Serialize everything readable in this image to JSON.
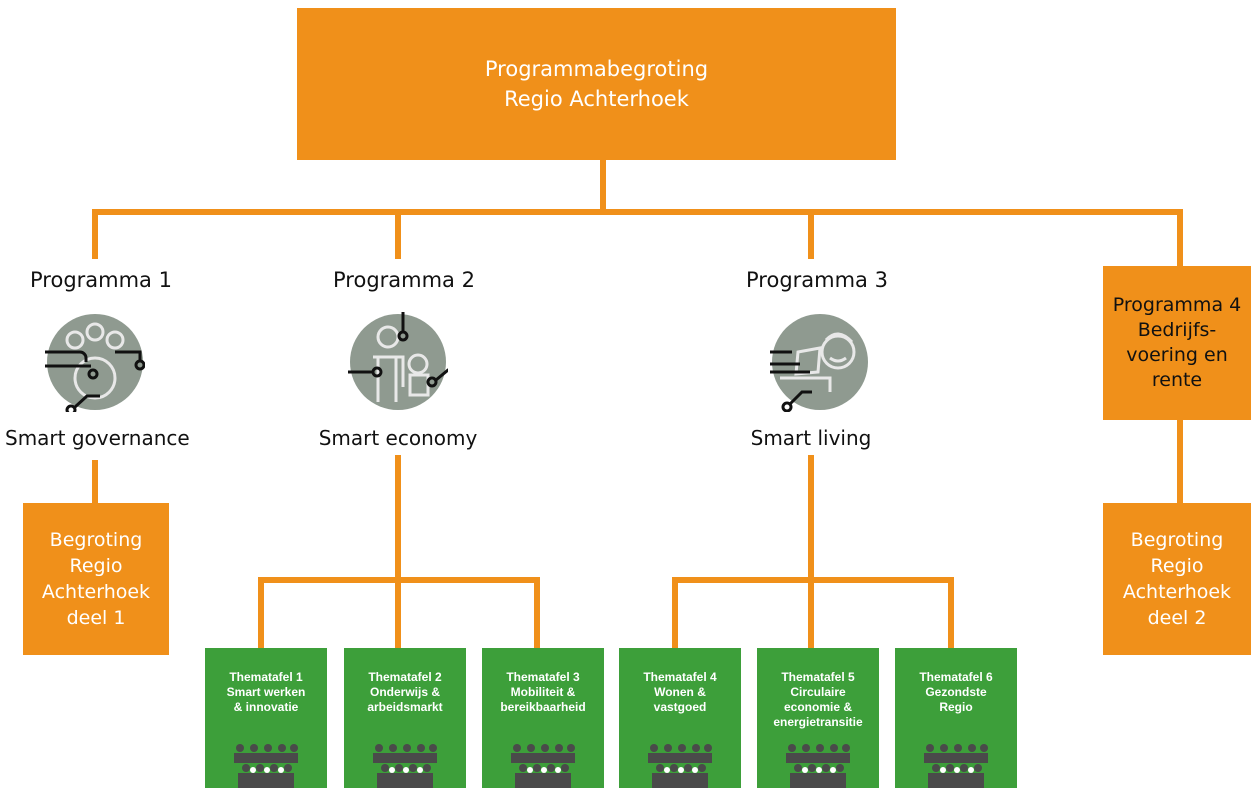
{
  "top": {
    "line1": "Programmabegroting",
    "line2": "Regio Achterhoek"
  },
  "programs": [
    {
      "title": "Programma 1",
      "theme": "Smart governance",
      "icon": "governance-icon"
    },
    {
      "title": "Programma 2",
      "theme": "Smart economy",
      "icon": "economy-icon"
    },
    {
      "title": "Programma 3",
      "theme": "Smart living",
      "icon": "living-icon"
    }
  ],
  "program4": {
    "lines": [
      "Programma 4",
      "Bedrijfs-",
      "voering en",
      "rente"
    ]
  },
  "begroting1": {
    "lines": [
      "Begroting",
      "Regio",
      "Achterhoek",
      "deel 1"
    ]
  },
  "begroting2": {
    "lines": [
      "Begroting",
      "Regio",
      "Achterhoek",
      "deel 2"
    ]
  },
  "thematafels": [
    {
      "title": "Thematafel 1",
      "subtitle": "Smart werken\n& innovatie"
    },
    {
      "title": "Thematafel 2",
      "subtitle": "Onderwijs &\narbeidsmarkt"
    },
    {
      "title": "Thematafel 3",
      "subtitle": "Mobiliteit &\nbereikbaarheid"
    },
    {
      "title": "Thematafel 4",
      "subtitle": "Wonen &\nvastgoed"
    },
    {
      "title": "Thematafel 5",
      "subtitle": "Circulaire\neconomie &\nenergietransitie"
    },
    {
      "title": "Thematafel 6",
      "subtitle": "Gezondste\nRegio"
    }
  ],
  "colors": {
    "orange": "#f0901a",
    "green": "#3d9f3a",
    "icon_grey": "#8f9a90"
  }
}
